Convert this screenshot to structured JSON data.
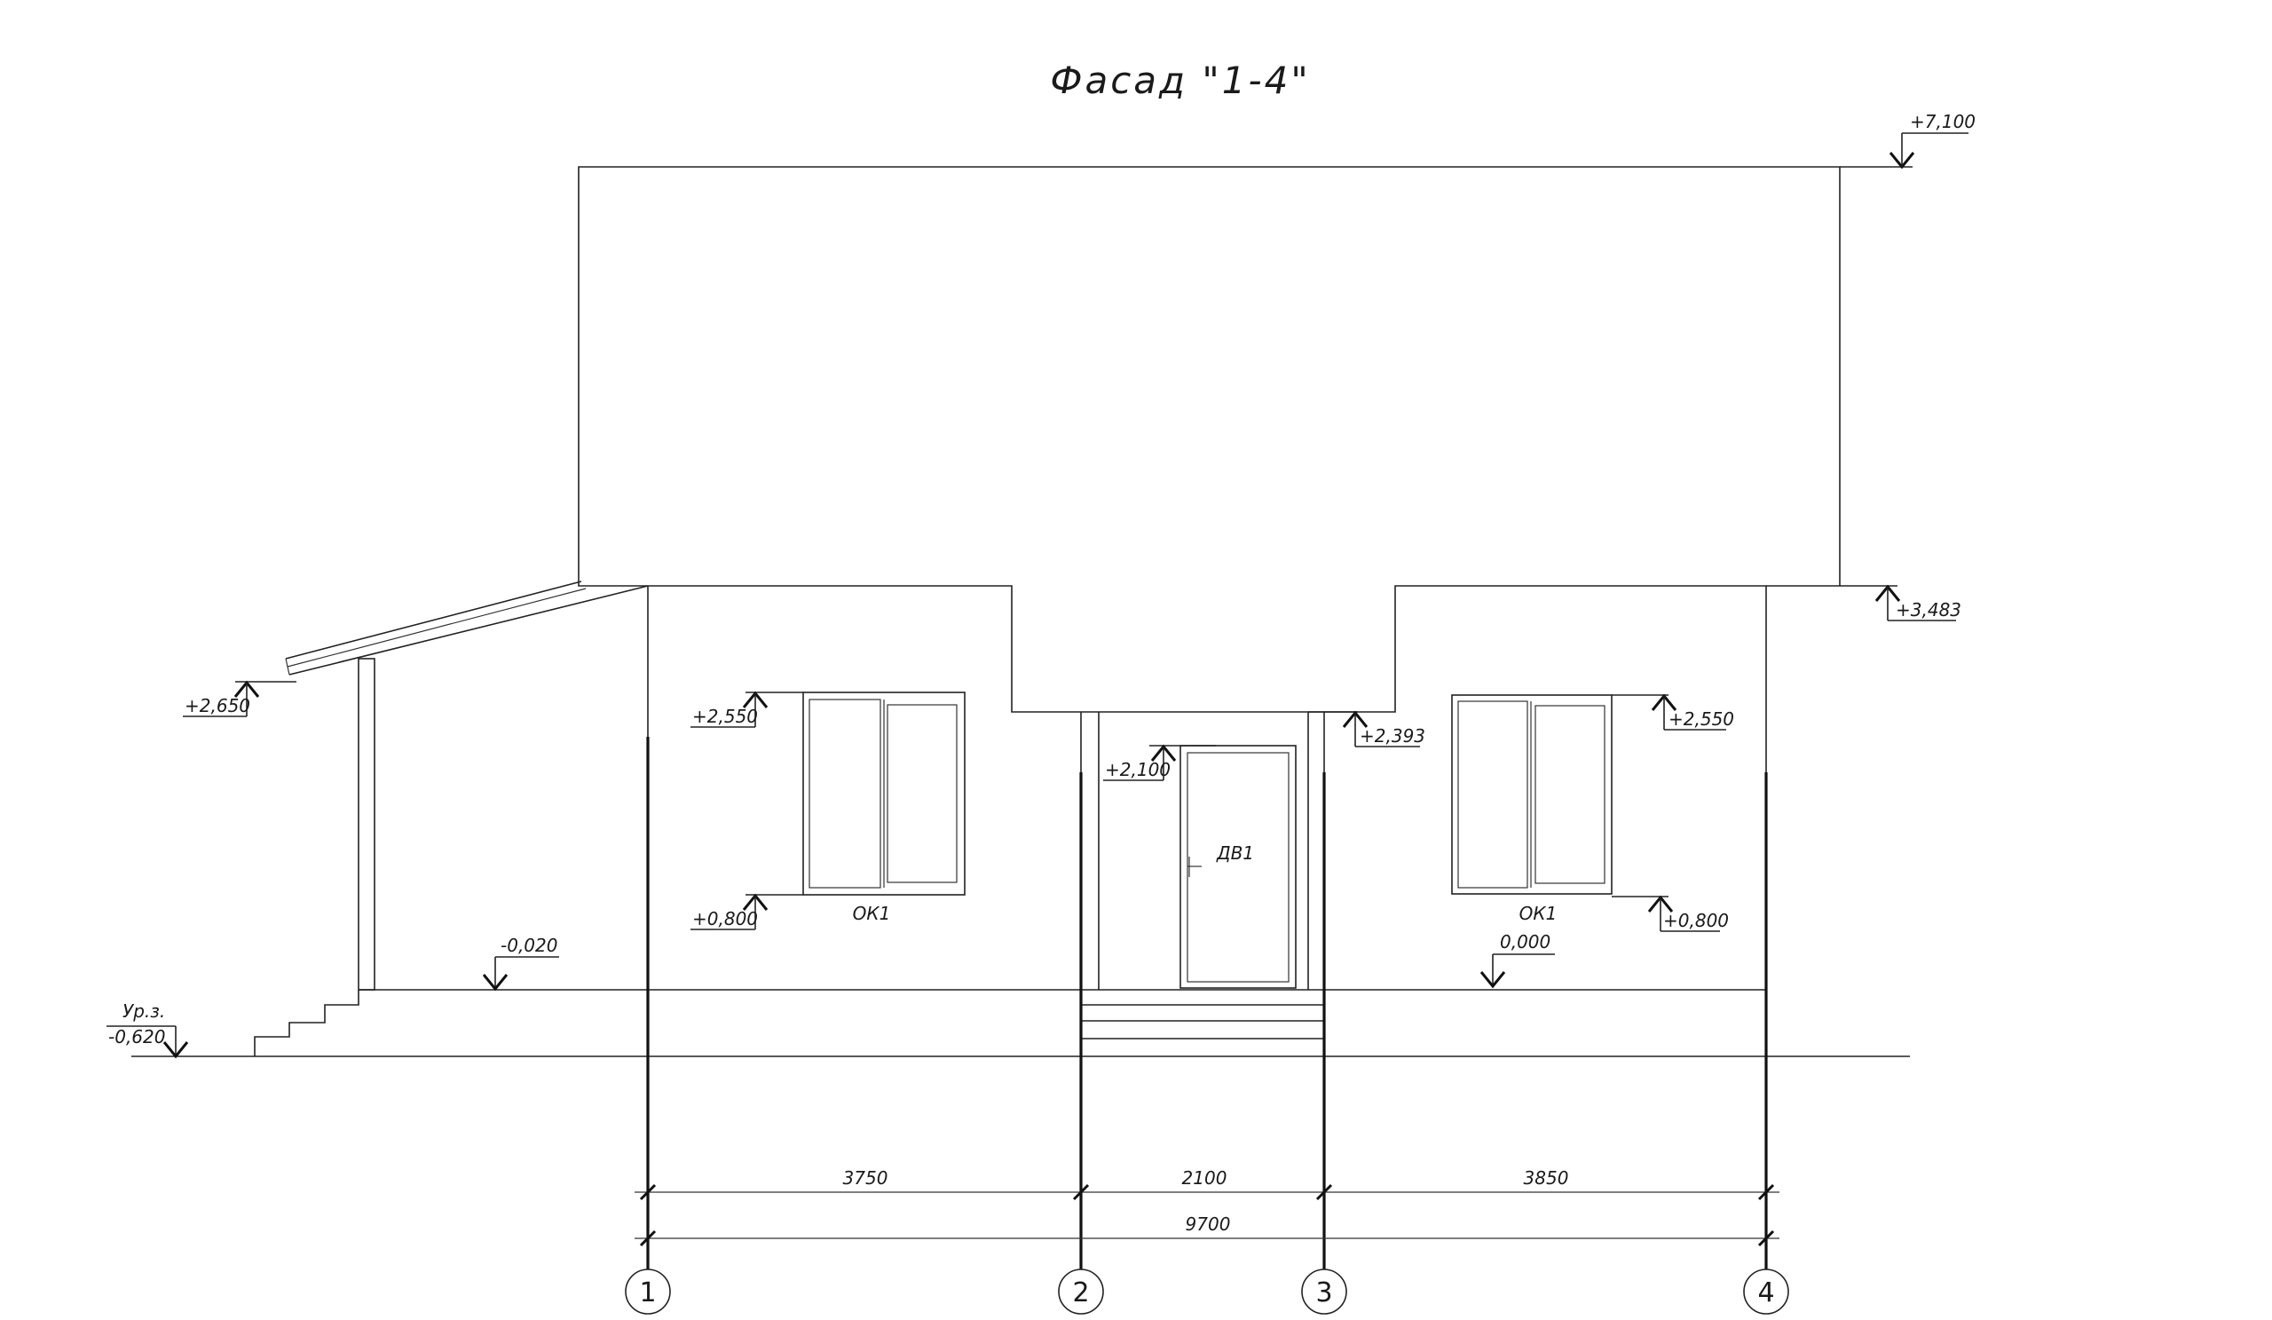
{
  "title": "Фасад \"1-4\"",
  "marks": {
    "ridge": "+7,100",
    "eaves": "+3,483",
    "canopy": "+2,650",
    "left_window_top": "+2,550",
    "left_window_bottom": "+0,800",
    "door_top": "+2,100",
    "recess_bottom": "+2,393",
    "right_window_top": "+2,550",
    "right_window_bottom": "+0,800",
    "porch_level": "-0,020",
    "floor_level": "0,000",
    "ground_label": "Ур.з.",
    "ground_level": "-0,620"
  },
  "elements": {
    "window_left": "ОК1",
    "window_right": "ОК1",
    "door": "ДВ1"
  },
  "dimensions": {
    "span_1_2": "3750",
    "span_2_3": "2100",
    "span_3_4": "3850",
    "overall": "9700"
  },
  "axes": [
    "1",
    "2",
    "3",
    "4"
  ]
}
